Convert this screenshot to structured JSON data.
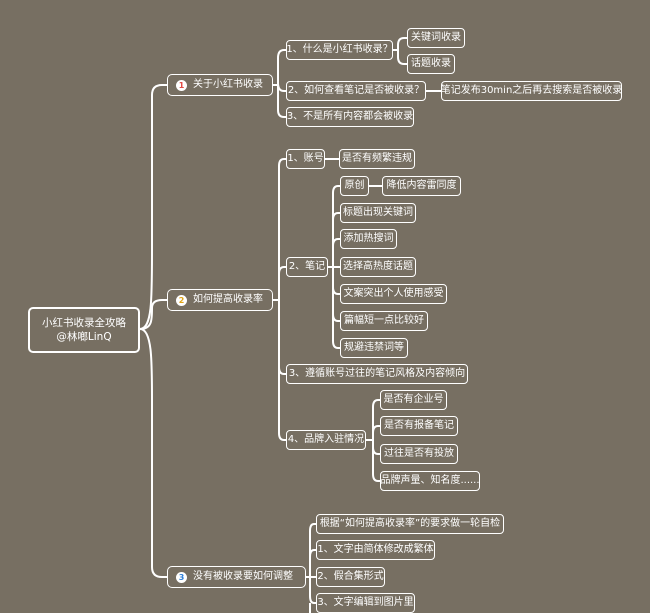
{
  "root": {
    "line1": "小红书收录全攻略",
    "line2": "@林啷LinQ"
  },
  "branches": [
    {
      "num": "1",
      "label": "关于小红书收录",
      "children": [
        {
          "label": "1、什么是小红书收录？",
          "children": [
            "关键词收录",
            "话题收录"
          ]
        },
        {
          "label": "2、如何查看笔记是否被收录？",
          "children": [
            "笔记发布30min之后再去搜索是否被收录"
          ]
        },
        {
          "label": "3、不是所有内容都会被收录"
        }
      ]
    },
    {
      "num": "2",
      "label": "如何提高收录率",
      "children": [
        {
          "label": "1、账号",
          "children": [
            "是否有频繁违规"
          ]
        },
        {
          "label": "2、笔记",
          "children": [
            {
              "label": "原创",
              "children": [
                "降低内容雷同度"
              ]
            },
            {
              "label": "标题出现关键词"
            },
            {
              "label": "添加热搜词"
            },
            {
              "label": "选择高热度话题"
            },
            {
              "label": "文案突出个人使用感受"
            },
            {
              "label": "篇幅短一点比较好"
            },
            {
              "label": "规避违禁词等"
            }
          ]
        },
        {
          "label": "3、遵循账号过往的笔记风格及内容倾向"
        },
        {
          "label": "4、品牌入驻情况",
          "children": [
            "是否有企业号",
            "是否有报备笔记",
            "过往是否有投放",
            "品牌声量、知名度......"
          ]
        }
      ]
    },
    {
      "num": "3",
      "label": "没有被收录要如何调整",
      "children": [
        {
          "label": "根据“如何提高收录率”的要求做一轮自检"
        },
        {
          "label": "1、文字由简体修改成繁体"
        },
        {
          "label": "2、假合集形式"
        },
        {
          "label": "3、文字编辑到图片里"
        }
      ]
    }
  ]
}
